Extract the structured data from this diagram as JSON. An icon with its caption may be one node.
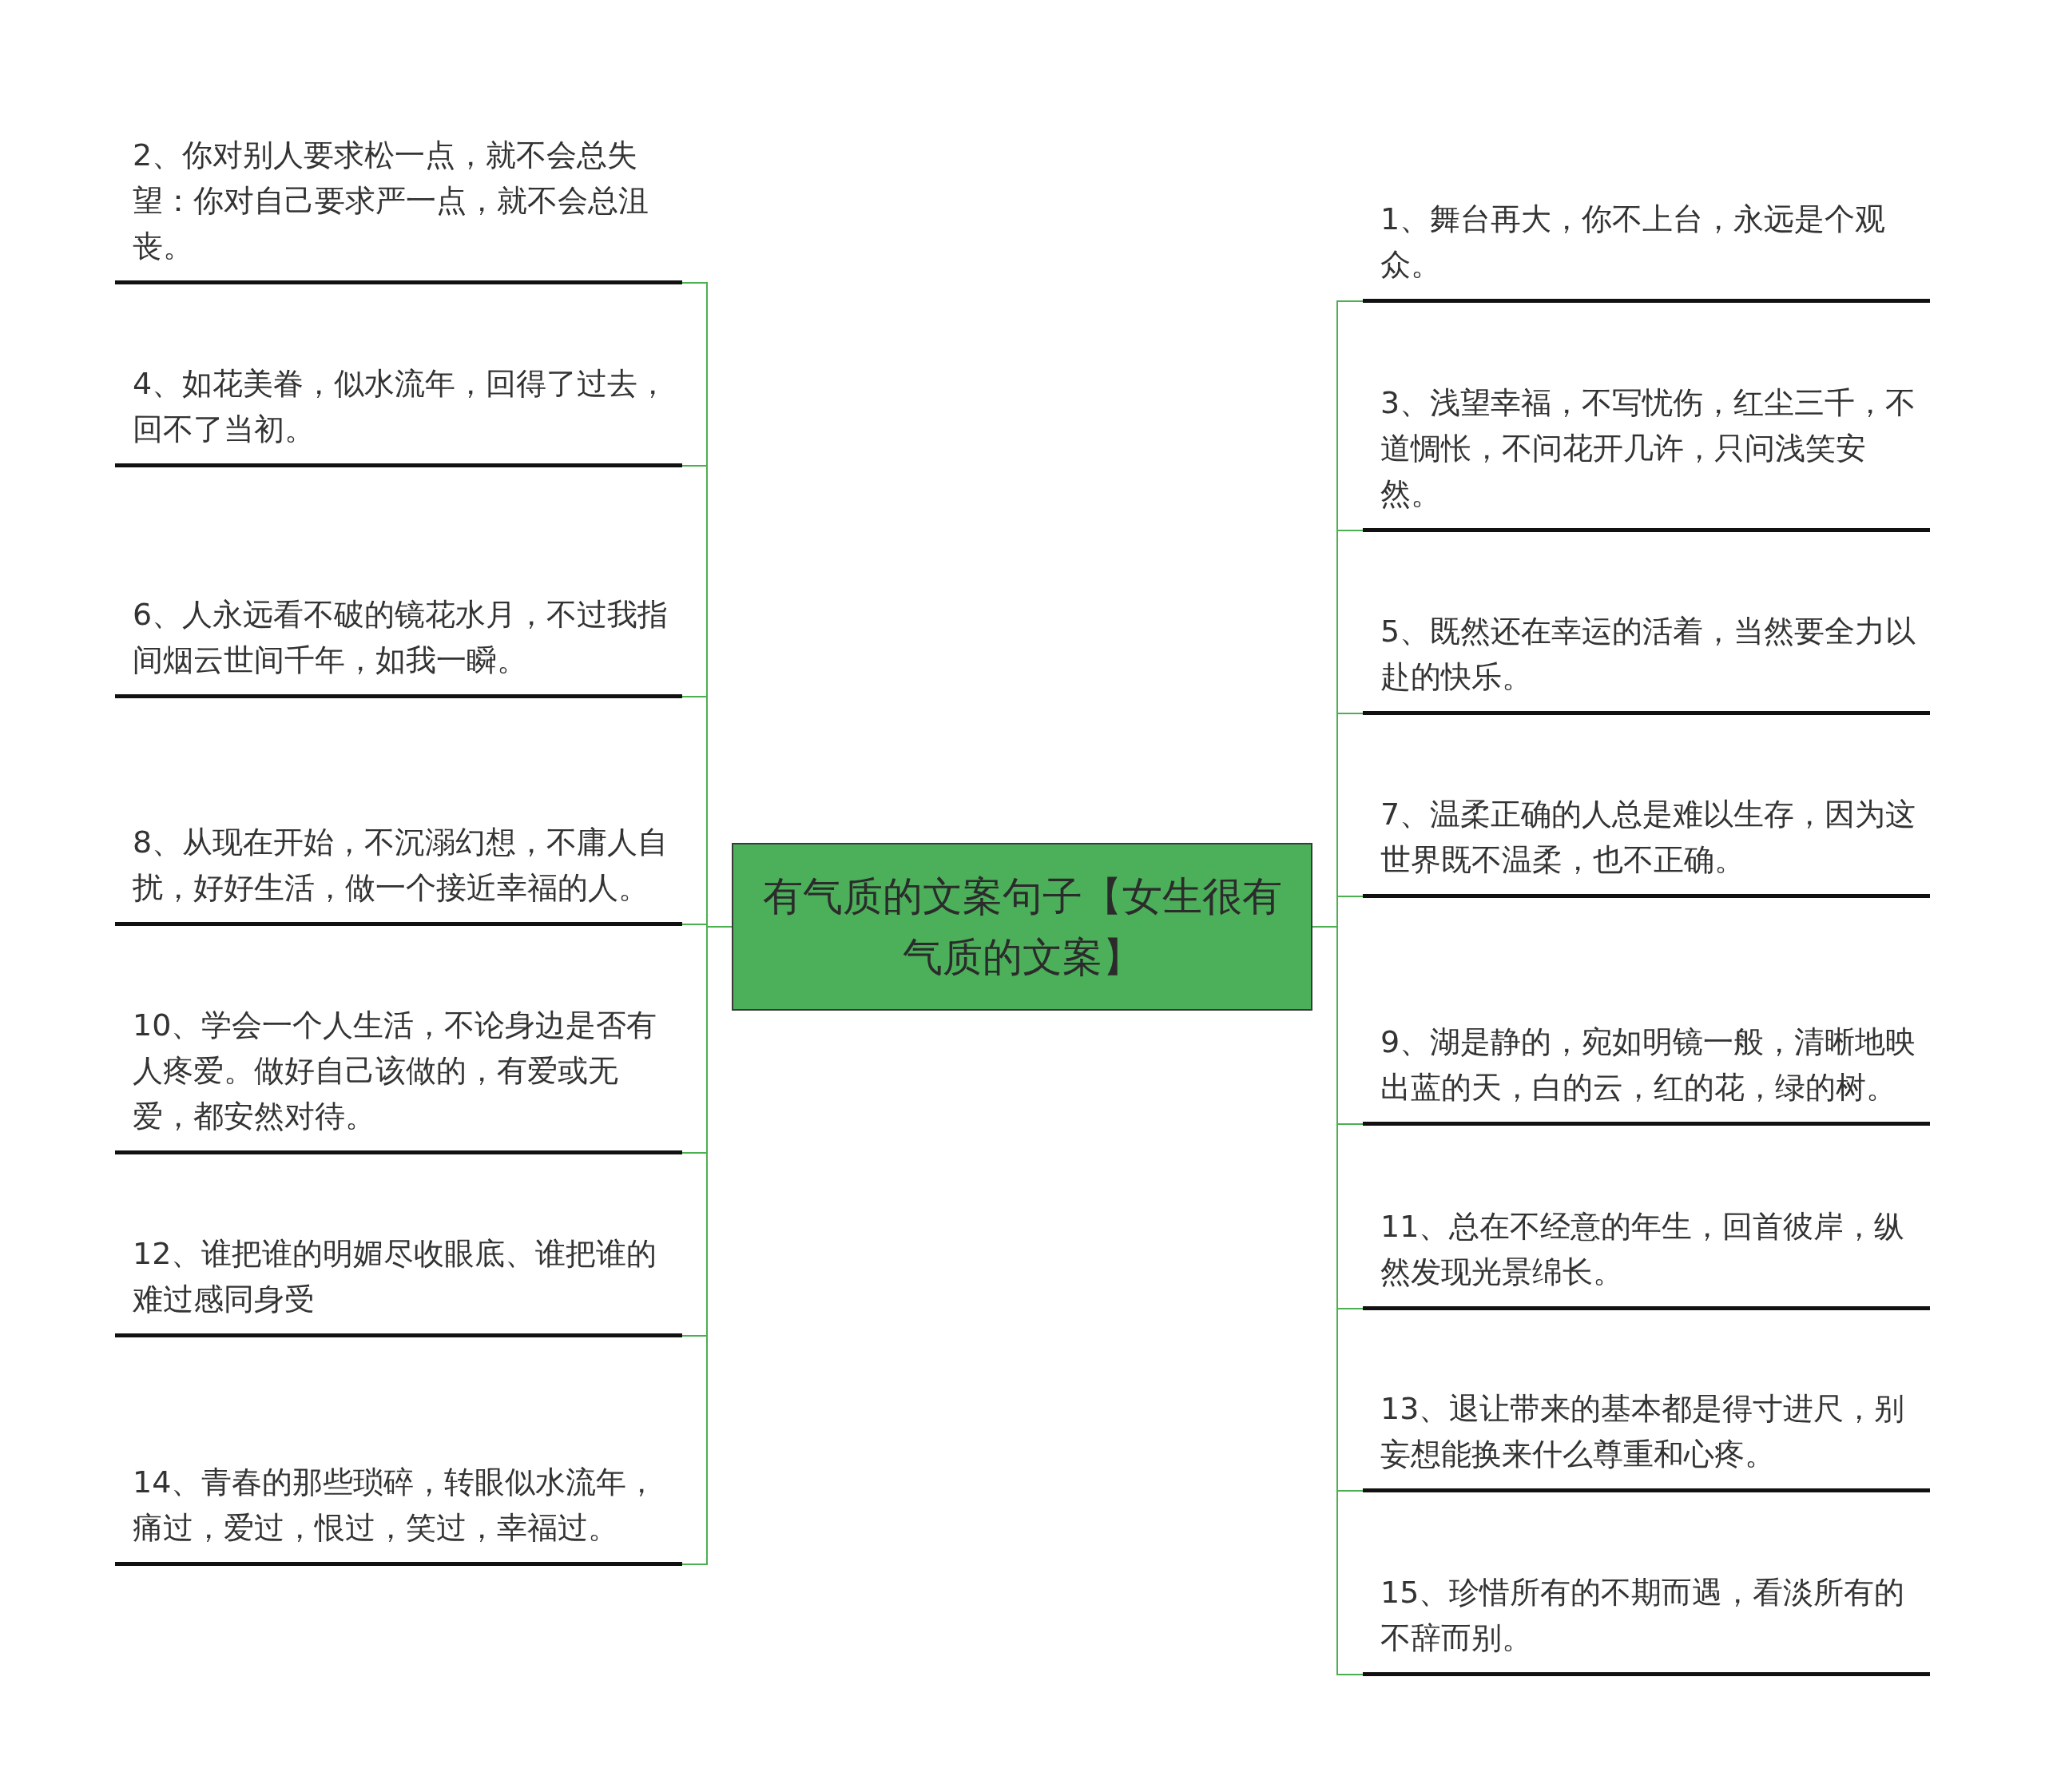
{
  "diagram": {
    "nodes": [
      {
        "text": [
          "有气质的文案句子【女生很有气质的文案】"
        ]
      },
      {
        "text": [
          "1、舞台再大，你不上台，永远是个观众。"
        ]
      },
      {
        "text": [
          "2、你对别人要求松一点，就不会总失望：你对自己要求严一点，就不会总沮丧。"
        ]
      },
      {
        "text": [
          "3、浅望幸福，不写忧伤，红尘三千，不道惆怅，不问花开几许，只问浅笑安然。"
        ]
      },
      {
        "text": [
          "4、如花美眷，似水流年，回得了过去，回不了当初。"
        ]
      },
      {
        "text": [
          "5、既然还在幸运的活着，当然要全力以赴的快乐。"
        ]
      },
      {
        "text": [
          "6、人永远看不破的镜花水月，不过我指间烟云世间千年，如我一瞬。"
        ]
      },
      {
        "text": [
          "7、温柔正确的人总是难以生存，因为这世界既不温柔，也不正确。"
        ]
      },
      {
        "text": [
          "8、从现在开始，不沉溺幻想，不庸人自扰，好好生活，做一个接近幸福的人。"
        ]
      },
      {
        "text": [
          "9、湖是静的，宛如明镜一般，清晰地映出蓝的天，白的云，红的花，绿的树。"
        ]
      },
      {
        "text": [
          "10、学会一个人生活，不论身边是否有人疼爱。做好自己该做的，有爱或无爱，都安然对待。"
        ]
      },
      {
        "text": [
          "11、总在不经意的年生，回首彼岸，纵然发现光景绵长。"
        ]
      },
      {
        "text": [
          "12、谁把谁的明媚尽收眼底、谁把谁的难过感同身受"
        ]
      },
      {
        "text": [
          "13、退让带来的基本都是得寸进尺，别妄想能换来什么尊重和心疼。"
        ]
      },
      {
        "text": [
          "14、青春的那些琐碎，转眼似水流年，痛过，爱过，恨过，笑过，幸福过。"
        ]
      },
      {
        "text": [
          "15、珍惜所有的不期而遇，看淡所有的不辞而别。"
        ]
      }
    ],
    "edges": [
      {
        "from": 0,
        "to": 1,
        "arrow": "none"
      },
      {
        "from": 0,
        "to": 2,
        "arrow": "none"
      },
      {
        "from": 0,
        "to": 3,
        "arrow": "none"
      },
      {
        "from": 0,
        "to": 4,
        "arrow": "none"
      },
      {
        "from": 0,
        "to": 5,
        "arrow": "none"
      },
      {
        "from": 0,
        "to": 6,
        "arrow": "none"
      },
      {
        "from": 0,
        "to": 7,
        "arrow": "none"
      },
      {
        "from": 0,
        "to": 8,
        "arrow": "none"
      },
      {
        "from": 0,
        "to": 9,
        "arrow": "none"
      },
      {
        "from": 0,
        "to": 10,
        "arrow": "none"
      },
      {
        "from": 0,
        "to": 11,
        "arrow": "none"
      },
      {
        "from": 0,
        "to": 12,
        "arrow": "none"
      },
      {
        "from": 0,
        "to": 13,
        "arrow": "none"
      },
      {
        "from": 0,
        "to": 14,
        "arrow": "none"
      },
      {
        "from": 0,
        "to": 15,
        "arrow": "none"
      }
    ]
  }
}
